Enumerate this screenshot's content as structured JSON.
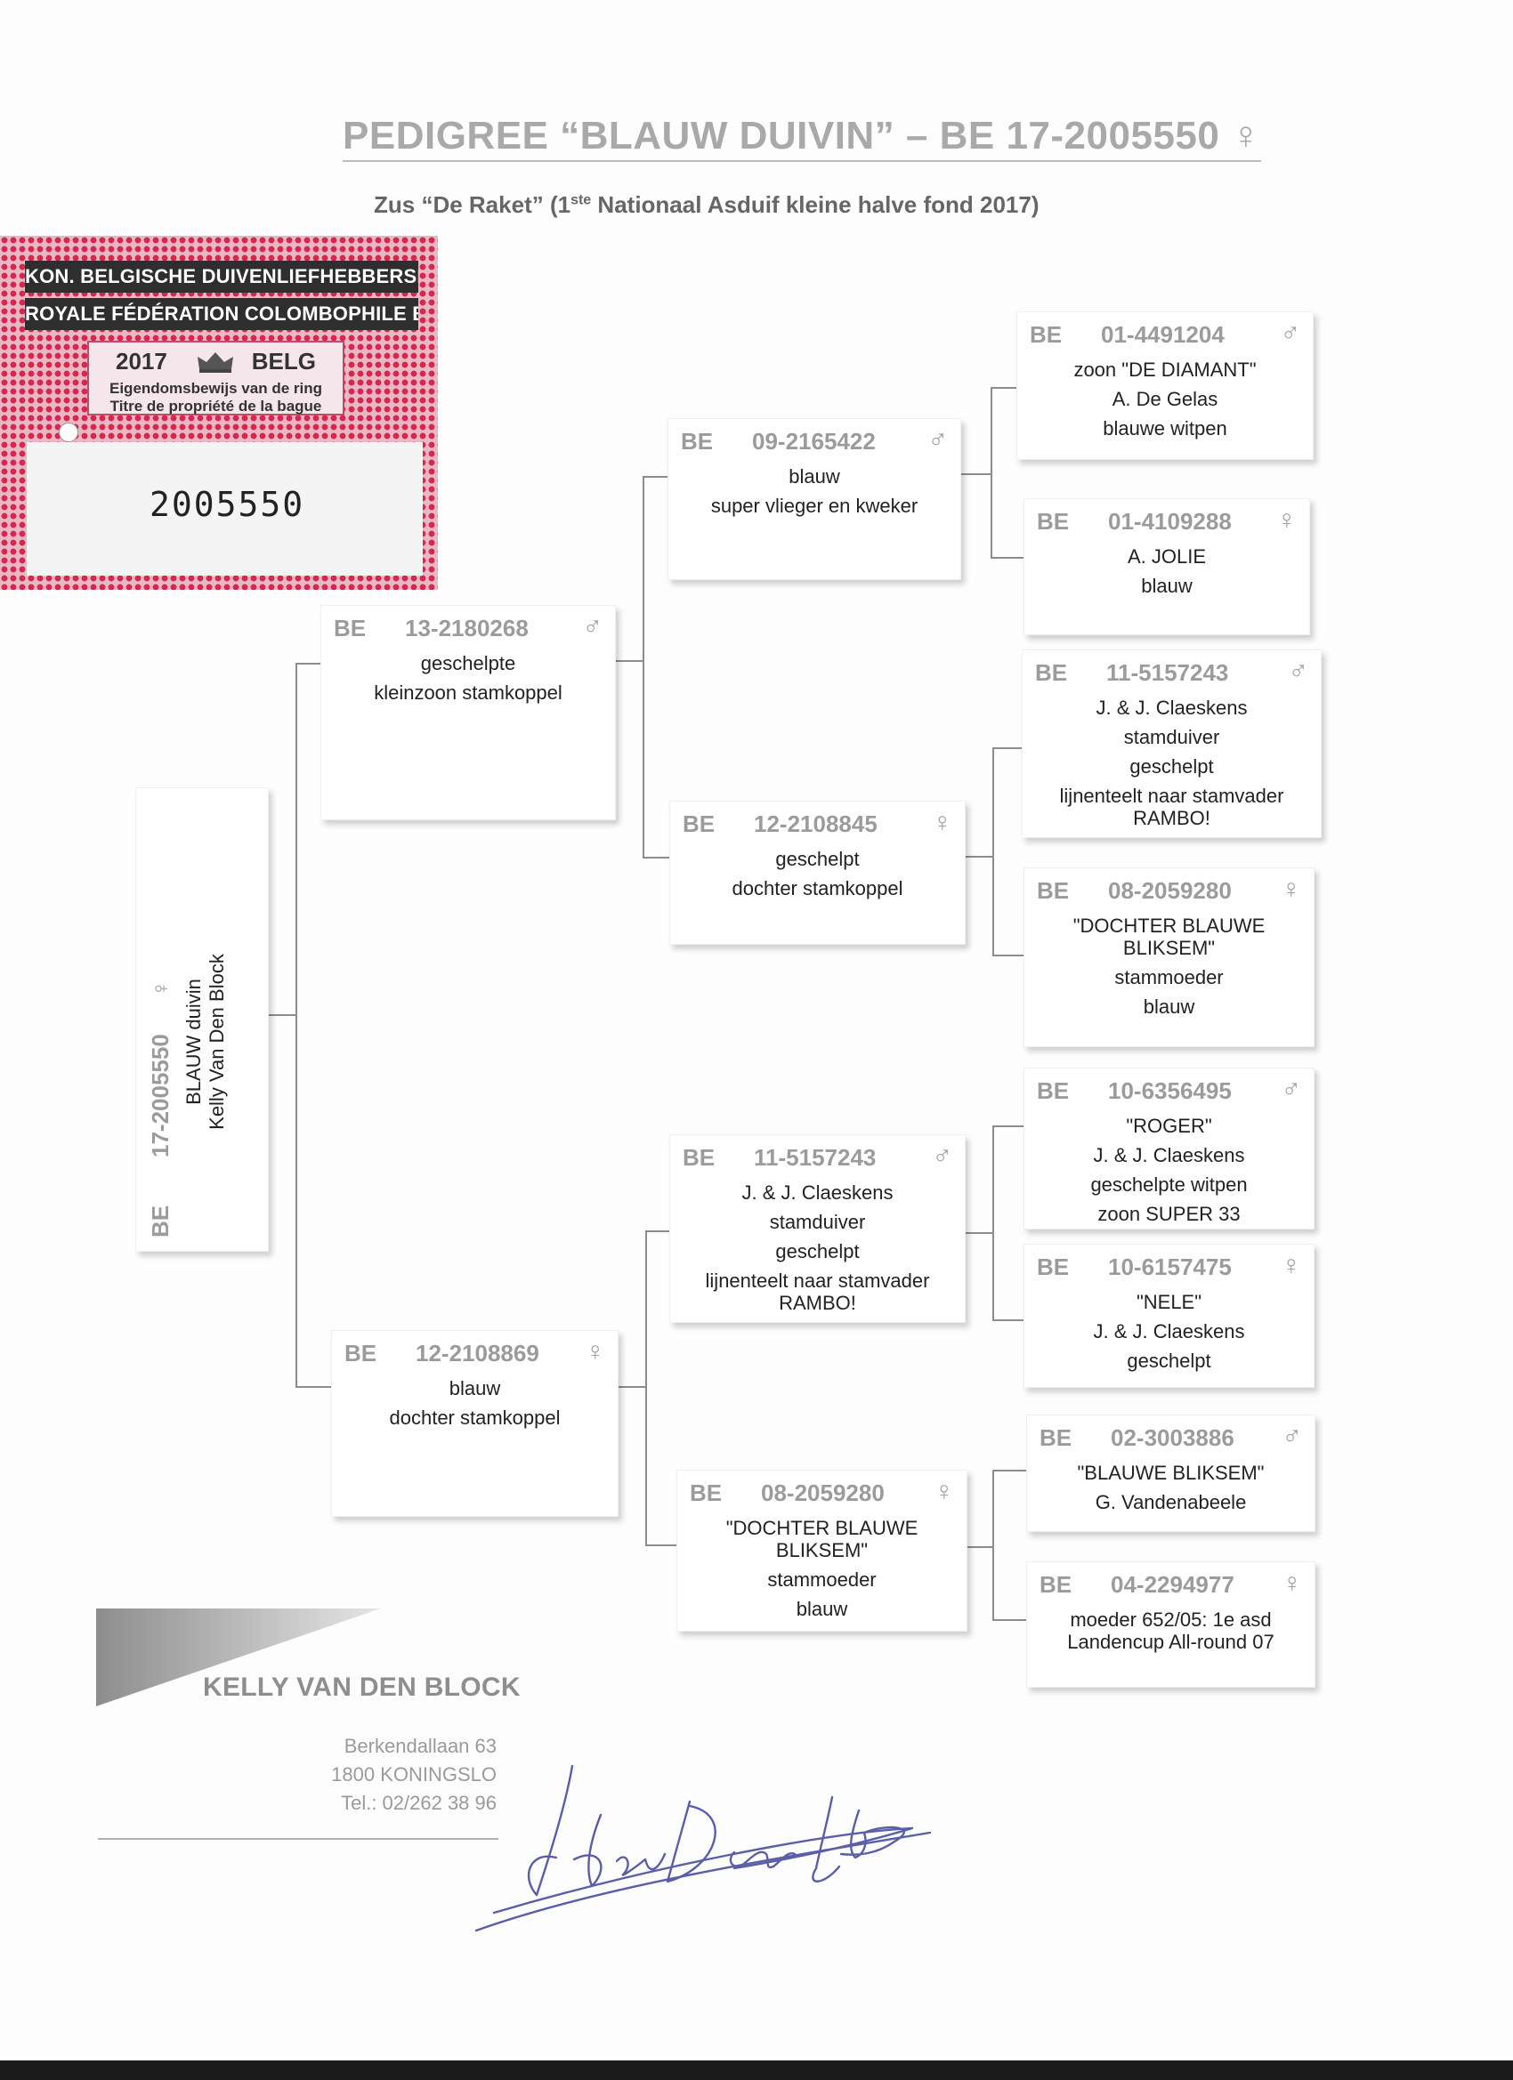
{
  "header": {
    "title": "PEDIGREE “BLAUW DUIVIN” – BE 17-2005550 ♀",
    "subtitle_pre": "Zus “De Raket” (1",
    "subtitle_sup": "ste",
    "subtitle_post": " Nationaal Asduif kleine halve fond 2017)"
  },
  "certificate": {
    "line1": "KON. BELGISCHE DUIVENLIEFHEBBERSBOND",
    "line2": "ROYALE FÉDÉRATION COLOMBOPHILE BELGE",
    "year": "2017",
    "country": "BELG",
    "text1": "Eigendomsbewijs van de ring",
    "text2": "Titre de propriété de la bague",
    "ring_number": "2005550",
    "accent_color": "#d6284f"
  },
  "subject": {
    "country": "BE",
    "ring": "17-2005550",
    "sex": "♀",
    "name": "BLAUW duivin",
    "owner": "Kelly Van Den Block"
  },
  "pigeons": {
    "sire": {
      "country": "BE",
      "ring": "13-2180268",
      "sex": "♂",
      "lines": [
        "geschelpte",
        "kleinzoon stamkoppel"
      ]
    },
    "dam": {
      "country": "BE",
      "ring": "12-2108869",
      "sex": "♀",
      "lines": [
        "blauw",
        "dochter stamkoppel"
      ]
    },
    "ss": {
      "country": "BE",
      "ring": "09-2165422",
      "sex": "♂",
      "lines": [
        "blauw",
        "super vlieger en kweker"
      ]
    },
    "sd": {
      "country": "BE",
      "ring": "12-2108845",
      "sex": "♀",
      "lines": [
        "geschelpt",
        "dochter stamkoppel"
      ]
    },
    "ds": {
      "country": "BE",
      "ring": "11-5157243",
      "sex": "♂",
      "lines": [
        "J. & J. Claeskens",
        "stamduiver",
        "geschelpt",
        "lijnenteelt naar stamvader RAMBO!"
      ]
    },
    "dd": {
      "country": "BE",
      "ring": "08-2059280",
      "sex": "♀",
      "lines": [
        "\"DOCHTER BLAUWE BLIKSEM\"",
        "stammoeder",
        "blauw"
      ]
    },
    "sss": {
      "country": "BE",
      "ring": "01-4491204",
      "sex": "♂",
      "lines": [
        "zoon \"DE DIAMANT\"",
        "A. De Gelas",
        "blauwe witpen"
      ]
    },
    "ssd": {
      "country": "BE",
      "ring": "01-4109288",
      "sex": "♀",
      "lines": [
        "A. JOLIE",
        "blauw"
      ]
    },
    "sds": {
      "country": "BE",
      "ring": "11-5157243",
      "sex": "♂",
      "lines": [
        "J. & J. Claeskens",
        "stamduiver",
        "geschelpt",
        "lijnenteelt naar stamvader RAMBO!"
      ]
    },
    "sdd": {
      "country": "BE",
      "ring": "08-2059280",
      "sex": "♀",
      "lines": [
        "\"DOCHTER BLAUWE BLIKSEM\"",
        "stammoeder",
        "blauw"
      ]
    },
    "dss": {
      "country": "BE",
      "ring": "10-6356495",
      "sex": "♂",
      "lines": [
        "\"ROGER\"",
        "J. & J. Claeskens",
        "geschelpte witpen",
        "zoon SUPER 33"
      ]
    },
    "dsd": {
      "country": "BE",
      "ring": "10-6157475",
      "sex": "♀",
      "lines": [
        "\"NELE\"",
        "J. & J. Claeskens",
        "geschelpt"
      ]
    },
    "dds": {
      "country": "BE",
      "ring": "02-3003886",
      "sex": "♂",
      "lines": [
        "\"BLAUWE BLIKSEM\"",
        "G. Vandenabeele"
      ]
    },
    "ddd": {
      "country": "BE",
      "ring": "04-2294977",
      "sex": "♀",
      "lines": [
        "moeder 652/05: 1e asd Landencup All-round 07"
      ]
    }
  },
  "footer": {
    "name": "KELLY VAN DEN BLOCK",
    "street": "Berkendallaan 63",
    "city": "1800 KONINGSLO",
    "phone": "Tel.: 02/262 38 96",
    "signature": "Van Den Bl"
  }
}
